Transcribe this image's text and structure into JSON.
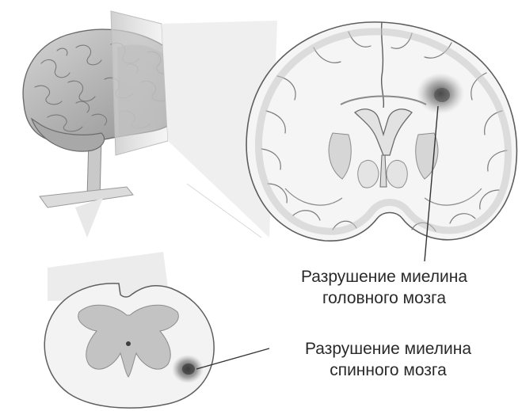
{
  "labels": {
    "brain": {
      "line1": "Разрушение миелина",
      "line2": "головного мозга"
    },
    "spinal_cord": {
      "line1": "Разрушение миелина",
      "line2": "спинного мозга"
    }
  },
  "colors": {
    "background": "#ffffff",
    "tissue_fill": "#f4f4f4",
    "tissue_outline": "#6a6a6a",
    "gray_matter": "#bdbdbd",
    "lesion": "#5a5a5a",
    "plane": "#d2d2d2",
    "brain_surface": "#b9b9b9",
    "text": "#2a2a2a"
  }
}
